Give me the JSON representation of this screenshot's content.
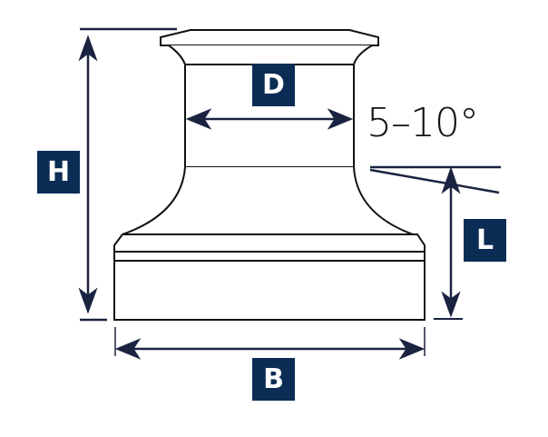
{
  "diagram": {
    "subject": "winch dimension drawing",
    "colors": {
      "badge": "#0b2d55",
      "dimension_line": "#1a2340",
      "outline": "#111111"
    },
    "labels": {
      "height": "H",
      "drum_diameter": "D",
      "base": "B",
      "line_height": "L",
      "angle": "5–10°"
    }
  }
}
